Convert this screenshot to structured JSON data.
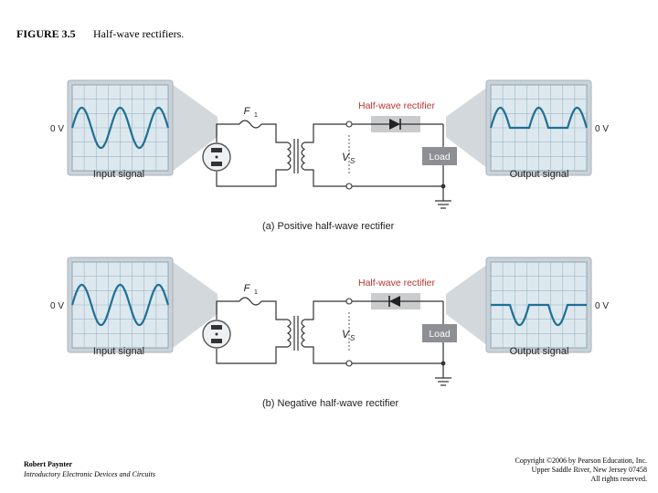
{
  "figure": {
    "label": "FIGURE 3.5",
    "caption": "Half-wave rectifiers."
  },
  "panels": [
    {
      "caption": "(a) Positive half-wave rectifier",
      "input_zero_label": "0 V",
      "input_label": "Input signal",
      "output_zero_label": "0 V",
      "output_label": "Output signal",
      "rectifier_label": "Half-wave rectifier",
      "fuse_label": "F",
      "fuse_subscript": "1",
      "vs_label": "V",
      "vs_subscript": "S",
      "load_label": "Load",
      "polarity": "positive"
    },
    {
      "caption": "(b) Negative half-wave rectifier",
      "input_zero_label": "0 V",
      "input_label": "Input signal",
      "output_zero_label": "0 V",
      "output_label": "Output signal",
      "rectifier_label": "Half-wave rectifier",
      "fuse_label": "F",
      "fuse_subscript": "1",
      "vs_label": "V",
      "vs_subscript": "S",
      "load_label": "Load",
      "polarity": "negative"
    }
  ],
  "footer": {
    "author": "Robert Paynter",
    "book": "Introductory Electronic Devices and Circuits",
    "copyright_lines": [
      "Copyright ©2006 by Pearson Education, Inc.",
      "Upper Saddle River, New Jersey 07458",
      "All rights reserved."
    ]
  },
  "colors": {
    "wave": "#1f6f96",
    "scope_bezel": "#c9d2d8",
    "scope_screen": "#dde8ee",
    "grid": "#9bb6c6",
    "callout": "#d3d8dc",
    "rectifier_text": "#c03030",
    "rectifier_box": "#c9cbcc",
    "load_box": "#8d8f94",
    "wire": "#333333"
  }
}
